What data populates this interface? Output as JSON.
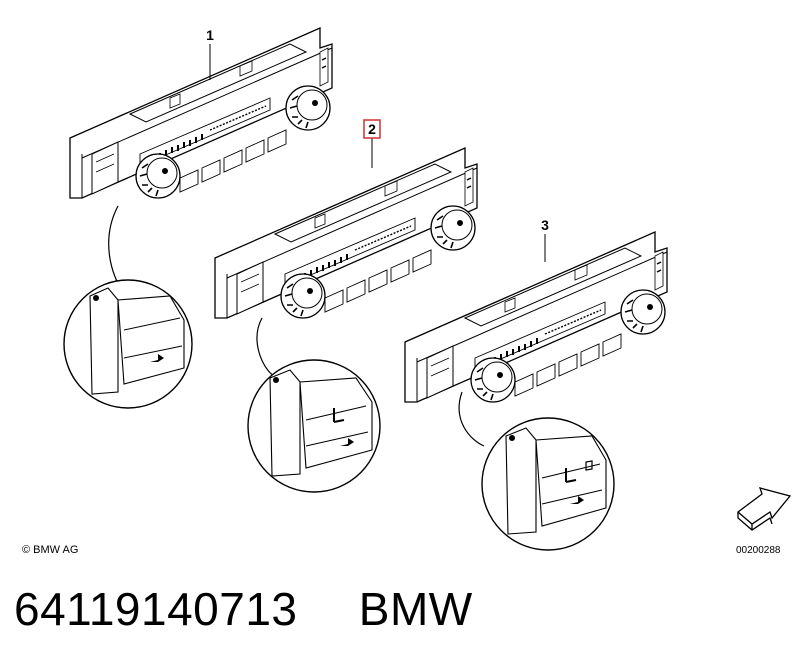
{
  "diagram": {
    "labels": {
      "item1": "1",
      "item2": "2",
      "item3": "3"
    },
    "copyright": "© BMW AG",
    "drawing_code": "00200288",
    "highlight_color": "#d0312d"
  },
  "caption": {
    "part_number": "64119140713",
    "brand": "BMW"
  }
}
